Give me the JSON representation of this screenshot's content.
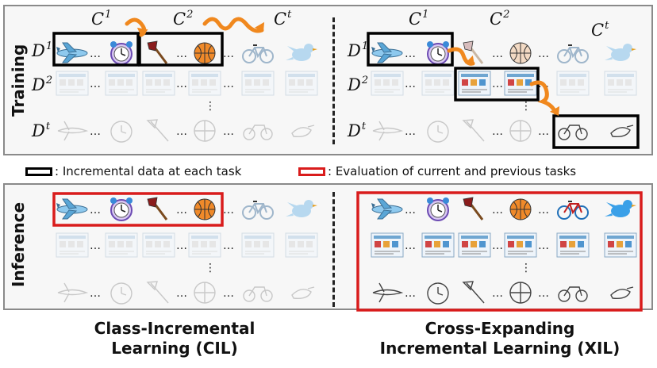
{
  "labels": {
    "training": "Training",
    "inference": "Inference",
    "class_prefix": "C",
    "domain_prefix": "D",
    "sup_1": "1",
    "sup_2": "2",
    "sup_t": "t",
    "ellipsis": "…",
    "vdots": "⋮"
  },
  "legend": {
    "black_box": ": Incremental data at each task",
    "red_box": ": Evaluation of current and previous tasks"
  },
  "captions": {
    "cil_line1": "Class-Incremental",
    "cil_line2": "Learning (CIL)",
    "xil_line1": "Cross-Expanding",
    "xil_line2": "Incremental Learning (XIL)"
  },
  "colors": {
    "black_box": "#000000",
    "red_box": "#d91c1c",
    "arrow": "#f0881e",
    "panel_bg": "#f7f7f7",
    "panel_border": "#8a8a8a"
  },
  "icons": {
    "classes": [
      "airplane-icon",
      "alarm-clock-icon",
      "axe-icon",
      "basketball-icon",
      "bicycle-icon",
      "bird-icon"
    ],
    "domains": [
      "clipart",
      "infograph",
      "sketch"
    ]
  }
}
